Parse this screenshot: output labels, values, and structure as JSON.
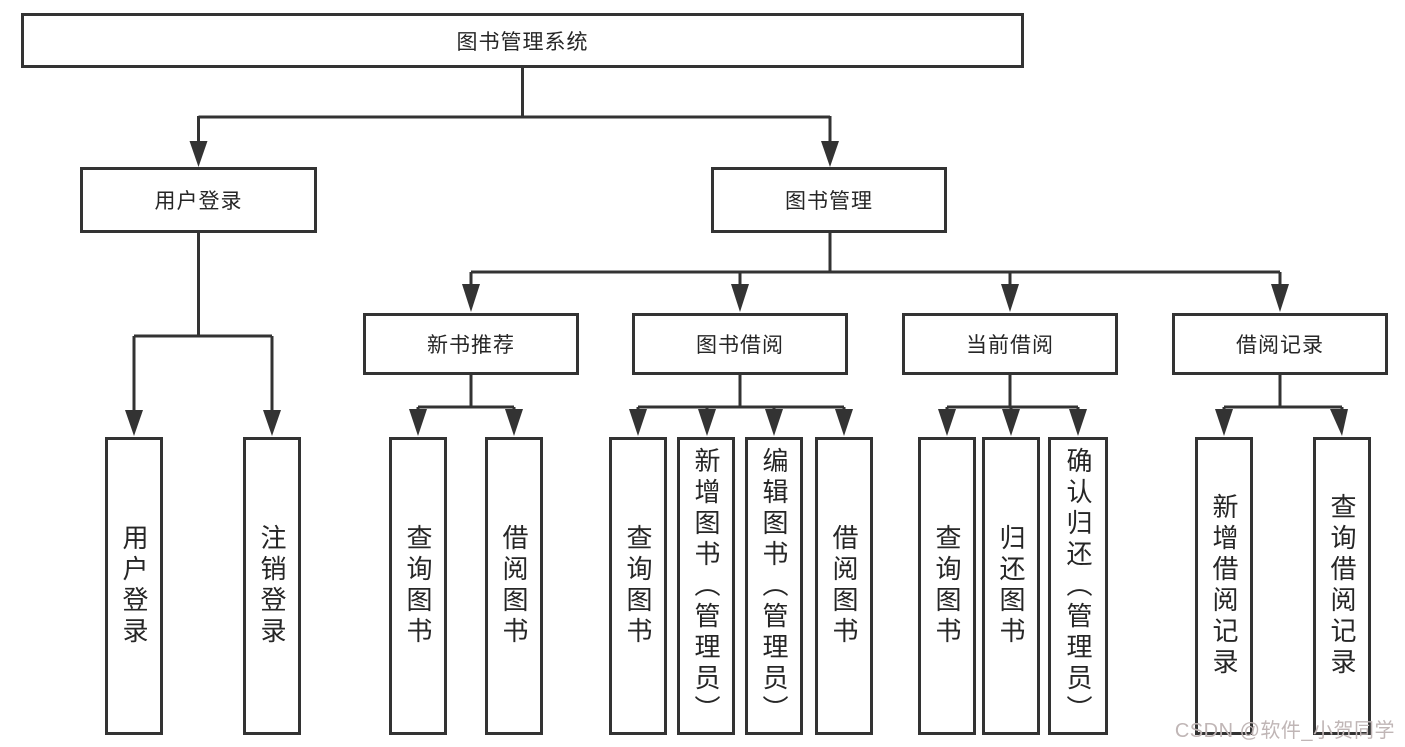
{
  "tree": {
    "root": {
      "label": "图书管理系统"
    },
    "children": [
      {
        "label": "用户登录",
        "children": [
          {
            "label": "用户登录"
          },
          {
            "label": "注销登录"
          }
        ]
      },
      {
        "label": "图书管理",
        "children": [
          {
            "label": "新书推荐",
            "children": [
              {
                "label": "查询图书"
              },
              {
                "label": "借阅图书"
              }
            ]
          },
          {
            "label": "图书借阅",
            "children": [
              {
                "label": "查询图书"
              },
              {
                "label": "新增图书（管理员）"
              },
              {
                "label": "编辑图书（管理员）"
              },
              {
                "label": "借阅图书"
              }
            ]
          },
          {
            "label": "当前借阅",
            "children": [
              {
                "label": "查询图书"
              },
              {
                "label": "归还图书"
              },
              {
                "label": "确认归还（管理员）"
              }
            ]
          },
          {
            "label": "借阅记录",
            "children": [
              {
                "label": "新增借阅记录"
              },
              {
                "label": "查询借阅记录"
              }
            ]
          }
        ]
      }
    ]
  },
  "watermark": {
    "text": "CSDN @软件_小贺同学"
  },
  "colors": {
    "line": "#333333",
    "box_border": "#333333",
    "text": "#262626",
    "watermark": "#c0b6b6",
    "background": "#ffffff"
  }
}
